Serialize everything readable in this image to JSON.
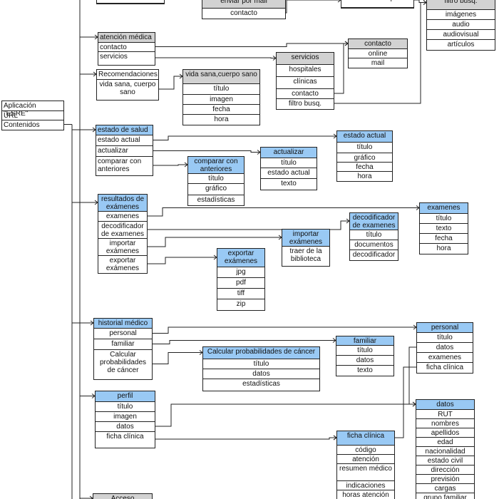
{
  "root": {
    "title": "Aplicación \"ESRE\"",
    "items": [
      "URL",
      "Contenidos"
    ]
  },
  "colors": {
    "blue_header": "#99c9f4",
    "gray_header": "#d2d2d2",
    "line": "#222222"
  },
  "nodes": {
    "top_a": {
      "title": "",
      "items": []
    },
    "enviar": {
      "title": "enviar por mail",
      "items": [
        "contacto"
      ]
    },
    "filtro_top": {
      "title": "filtro busq.",
      "items": []
    },
    "filtro_busq": {
      "title": "filtro busq.",
      "items": [
        "imágenes",
        "audio",
        "audiovisual",
        "artículos"
      ]
    },
    "atencion": {
      "title": "atención médica",
      "items": [
        "contacto",
        "servicios"
      ]
    },
    "contacto": {
      "title": "contacto",
      "items": [
        "online",
        "mail"
      ]
    },
    "servicios": {
      "title": "servicios",
      "items": [
        "hospitales",
        "clínicas",
        "contacto",
        "filtro busq."
      ]
    },
    "recomendaciones": {
      "title": "Recomendaciones",
      "items": [
        "vida sana, cuerpo sano"
      ]
    },
    "vida_sana": {
      "title": "vida sana,cuerpo sano",
      "items": [
        "título",
        "imagen",
        "fecha",
        "hora"
      ]
    },
    "estado_salud": {
      "title": "estado de salud",
      "items": [
        "estado actual",
        "actualizar",
        "comparar con anteriores"
      ]
    },
    "estado_actual": {
      "title": "estado actual",
      "items": [
        "título",
        "gráfico",
        "fecha",
        "hora"
      ]
    },
    "actualizar": {
      "title": "actualizar",
      "items": [
        "título",
        "estado actual",
        "texto"
      ]
    },
    "comparar": {
      "title": "comparar con anteriores",
      "items": [
        "título",
        "gráfico",
        "estadísticas"
      ]
    },
    "resultados": {
      "title": "resultados de exámenes",
      "items": [
        "examenes",
        "decodificador de examenes",
        "importar exámenes",
        "exportar exámenes"
      ]
    },
    "examenes": {
      "title": "examenes",
      "items": [
        "título",
        "texto",
        "fecha",
        "hora"
      ]
    },
    "decodificador": {
      "title": "decodificador de examenes",
      "items": [
        "título",
        "documentos",
        "decodificador"
      ]
    },
    "importar": {
      "title": "importar exámenes",
      "items": [
        "traer de la biblioteca"
      ]
    },
    "exportar": {
      "title": "exportar exámenes",
      "items": [
        "jpg",
        "pdf",
        "tiff",
        "zip"
      ]
    },
    "historial": {
      "title": "historial médico",
      "items": [
        "personal",
        "familiar",
        "Calcular probabilidades de cáncer"
      ]
    },
    "personal": {
      "title": "personal",
      "items": [
        "título",
        "datos",
        "examenes",
        "ficha clínica"
      ]
    },
    "familiar": {
      "title": "familiar",
      "items": [
        "título",
        "datos",
        "texto"
      ]
    },
    "calcular": {
      "title": "Calcular probabilidades de cáncer",
      "items": [
        "título",
        "datos",
        "estadísticas"
      ]
    },
    "perfil": {
      "title": "perfil",
      "items": [
        "título",
        "imagen",
        "datos",
        "ficha clínica"
      ]
    },
    "datos": {
      "title": "datos",
      "items": [
        "RUT",
        "nombres",
        "apellidos",
        "edad",
        "nacionalidad",
        "estado civil",
        "dirección",
        "previsión",
        "cargas",
        "grupo familiar"
      ]
    },
    "ficha": {
      "title": "ficha clínica",
      "items": [
        "código",
        "atención",
        "resumen médico",
        "indicaciones",
        "horas atención"
      ]
    },
    "acceso": {
      "title": "Acceso",
      "items": []
    }
  }
}
